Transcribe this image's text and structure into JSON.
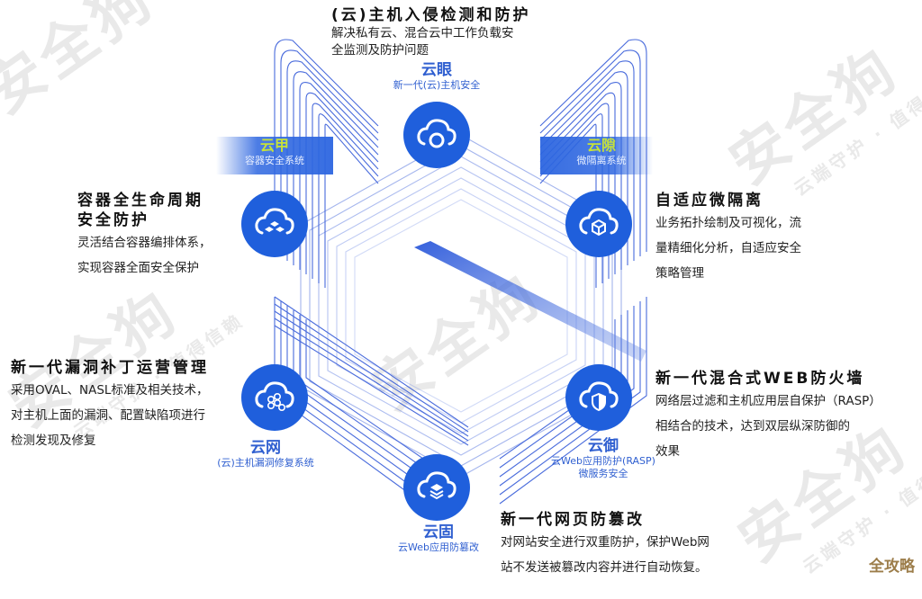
{
  "center": {
    "title": "(云)主机入侵检测和防护",
    "desc_lines": [
      "解决私有云、混合云中工作负载安",
      "全监测及防护问题"
    ]
  },
  "nodes": {
    "top": {
      "name": "云眼",
      "sub": "新一代(云)主机安全",
      "icon": "cloud-eye-icon"
    },
    "left_upper": {
      "name": "云甲",
      "sub": "容器安全系统",
      "icon": "cloud-container-icon"
    },
    "right_upper": {
      "name": "云隙",
      "sub": "微隔离系统",
      "icon": "cloud-cube-icon"
    },
    "left_lower": {
      "name": "云网",
      "sub": "(云)主机漏洞修复系统",
      "icon": "cloud-hexagon-icon"
    },
    "right_lower": {
      "name": "云御",
      "sub": "云Web应用防护(RASP)",
      "sub2": "微服务安全",
      "icon": "cloud-shield-icon"
    },
    "bottom": {
      "name": "云固",
      "sub": "云Web应用防篡改",
      "icon": "cloud-layers-icon"
    }
  },
  "blocks": {
    "container": {
      "title_lines": [
        "容器全生命周期",
        "安全防护"
      ],
      "desc_lines": [
        "灵活结合容器编排体系，",
        "实现容器全面安全保护"
      ]
    },
    "micro": {
      "title": "自适应微隔离",
      "desc_lines": [
        "业务拓扑绘制及可视化，流",
        "量精细化分析，自适应安全",
        "策略管理"
      ]
    },
    "patch": {
      "title": "新一代漏洞补丁运营管理",
      "desc_lines": [
        "采用OVAL、NASL标准及相关技术，",
        "对主机上面的漏洞、配置缺陷项进行",
        "检测发现及修复"
      ]
    },
    "waf": {
      "title": "新一代混合式WEB防火墙",
      "desc_lines": [
        "网络层过滤和主机应用层自保护（RASP）",
        "相结合的技术，达到双层纵深防御的",
        "效果"
      ]
    },
    "tamper": {
      "title": "新一代网页防篡改",
      "desc_lines": [
        "对网站安全进行双重防护，保护Web网",
        "站不发送被篡改内容并进行自动恢复。"
      ]
    }
  },
  "watermark": {
    "text": "安全狗",
    "tagline": "云端守护 · 值得信赖"
  },
  "brand": "全攻略",
  "colors": {
    "node_blue": "#1f5fdc",
    "line_blue": "#2a52d6",
    "band_label": "#c6e23a",
    "brand": "#9c7d4a"
  }
}
